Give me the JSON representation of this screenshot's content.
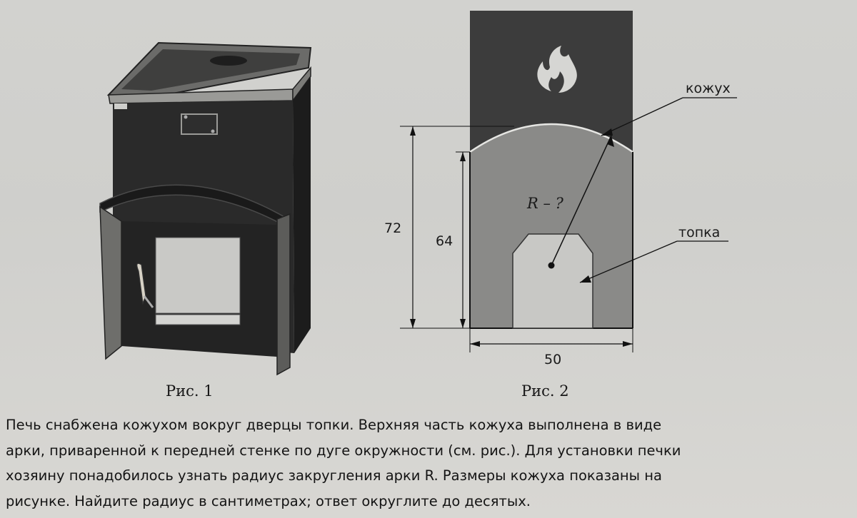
{
  "figure1": {
    "caption": "Рис. 1"
  },
  "figure2": {
    "caption": "Рис. 2",
    "label_casing": "кожух",
    "label_firebox": "топка",
    "label_radius": "R – ?",
    "dim_total_height": "72",
    "dim_wall_height": "64",
    "dim_width": "50"
  },
  "problem": {
    "lines": [
      "Печь снабжена кожухом вокруг дверцы топки. Верхняя часть кожуха выполнена в виде",
      "арки, приваренной к передней стенке по дуге окружности (см. рис.). Для установки печки",
      "хозяину понадобилось узнать радиус закругления арки R. Размеры кожуха показаны на",
      "рисунке. Найдите радиус в сантиметрах; ответ округлите до десятых."
    ]
  }
}
